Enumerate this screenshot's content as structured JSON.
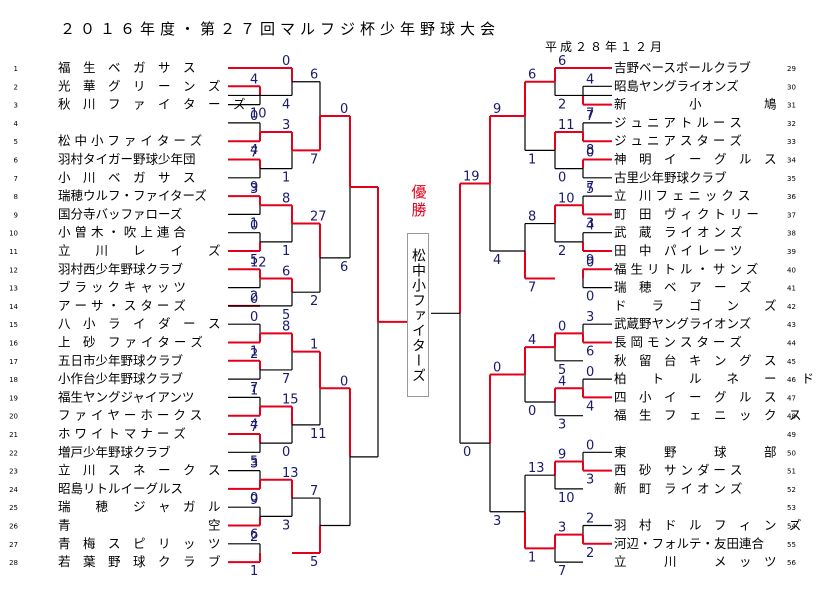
{
  "title": "２０１６年度・第２７回マルフジ杯少年野球大会",
  "subtitle": "平成２８年１２月",
  "champion_label": "優勝",
  "champion_team": "松中小ファイターズ",
  "colors": {
    "winner_line": "#e3001b",
    "loser_line": "#000000",
    "score": "#1a1a6e"
  },
  "left_teams": [
    {
      "n": "1",
      "name": "福　生　ベ　ガ　サ　ス"
    },
    {
      "n": "2",
      "name": "光　華　グ　リ　ー　ン　ズ"
    },
    {
      "n": "3",
      "name": "秋　川　フ　ァ　イ　タ　ー　ズ"
    },
    {
      "n": "4",
      "name": ""
    },
    {
      "n": "5",
      "name": "松 中 小 フ ァ イ タ ー ズ"
    },
    {
      "n": "6",
      "name": "羽村タイガー野球少年団"
    },
    {
      "n": "7",
      "name": "小　川　ベ　ガ　サ　ス"
    },
    {
      "n": "8",
      "name": "瑞穂ウルフ・ファイターズ"
    },
    {
      "n": "9",
      "name": "国分寺バッファローズ"
    },
    {
      "n": "10",
      "name": "小 曽 木 ・ 吹 上 連 合"
    },
    {
      "n": "11",
      "name": "立　　川　　レ　　イ　　ズ"
    },
    {
      "n": "12",
      "name": "羽村西少年野球クラブ"
    },
    {
      "n": "13",
      "name": "ブ ラ ッ ク キ ャ ッ ツ"
    },
    {
      "n": "14",
      "name": "ア ー サ ・ ス タ ー ズ"
    },
    {
      "n": "15",
      "name": "八　小　ラ　イ　ダ　ー　ス"
    },
    {
      "n": "16",
      "name": "上　砂　フ ァ イ タ ー ズ"
    },
    {
      "n": "17",
      "name": "五日市少年野球クラブ"
    },
    {
      "n": "18",
      "name": "小作台少年野球クラブ"
    },
    {
      "n": "19",
      "name": "福生ヤングジャイアンツ"
    },
    {
      "n": "20",
      "name": "フ ァ イ ヤ ー ホ ー ク ス"
    },
    {
      "n": "21",
      "name": "ホ ワ イ ト マ ナ ー ズ"
    },
    {
      "n": "22",
      "name": "増戸少年野球クラブ"
    },
    {
      "n": "23",
      "name": "立　川　ス　ネ　ー　ク　ス"
    },
    {
      "n": "24",
      "name": "昭島リトルイーグルス"
    },
    {
      "n": "25",
      "name": "瑞　　穂　　ジ　ャ　ガ　ル"
    },
    {
      "n": "26",
      "name": "青　　　　　　　　　　　空"
    },
    {
      "n": "27",
      "name": "青　梅　ス　ピ　リ　ッ　ツ"
    },
    {
      "n": "28",
      "name": "若　葉　野　球　ク　ラ　ブ"
    }
  ],
  "right_teams": [
    {
      "n": "29",
      "name": "吉野ベースボールクラブ"
    },
    {
      "n": "30",
      "name": "昭島ヤングライオンズ"
    },
    {
      "n": "31",
      "name": "新　　　　　小　　　　　鳩"
    },
    {
      "n": "32",
      "name": "ジ ュ ニ ア ト ル ー ス"
    },
    {
      "n": "33",
      "name": "ジ ュ ニ ア ス タ ー ズ"
    },
    {
      "n": "34",
      "name": "神　明　イ　ー　グ　ル　ス"
    },
    {
      "n": "35",
      "name": "古里少年野球クラブ"
    },
    {
      "n": "36",
      "name": "立　川 フ ェ ニ ッ ク ス"
    },
    {
      "n": "37",
      "name": "町　田　ヴ ィ ク ト リ ー"
    },
    {
      "n": "38",
      "name": "武　蔵　ラ イ オ ン ズ"
    },
    {
      "n": "39",
      "name": "田　中　パ イ レ ー ツ"
    },
    {
      "n": "40",
      "name": "福 生 リ ト ル ・ サ ン ズ"
    },
    {
      "n": "41",
      "name": "瑞　穂　ベ　ア　ー　ズ"
    },
    {
      "n": "42",
      "name": "ド　　ラ　　ゴ　　ン　　ズ"
    },
    {
      "n": "43",
      "name": "武蔵野ヤングライオンズ"
    },
    {
      "n": "44",
      "name": "長 岡 モ ン ス タ ー ズ"
    },
    {
      "n": "45",
      "name": "秋　留　台　キ　ン　グ　ス"
    },
    {
      "n": "46",
      "name": "柏　　ト　　ル　　ネ　　ー　　ド"
    },
    {
      "n": "47",
      "name": "四　小　イ　ー　グ　ル　ス"
    },
    {
      "n": "48",
      "name": "福　生　フ　ェ　ニ　ッ　ク　ス"
    },
    {
      "n": "49",
      "name": ""
    },
    {
      "n": "50",
      "name": "東　　　野　　　球　　　部"
    },
    {
      "n": "51",
      "name": "西　砂　サ ン ダ ー ス"
    },
    {
      "n": "52",
      "name": "新　町　ラ イ オ ン ズ"
    },
    {
      "n": "53",
      "name": ""
    },
    {
      "n": "54",
      "name": "羽　村　ド　ル　フ　ィ　ン　ズ"
    },
    {
      "n": "55",
      "name": "河辺・フォルテ・友田連合"
    },
    {
      "n": "56",
      "name": "立　　　川　　　メ　ッ　ツ"
    }
  ],
  "left_scores": [
    "4",
    "10",
    "0",
    "4",
    "0",
    "4",
    "7",
    "9",
    "3",
    "1",
    "6",
    "7",
    "3",
    "1",
    "0",
    "5",
    "8",
    "1",
    "12",
    "2",
    "0",
    "6",
    "5",
    "27",
    "2",
    "0",
    "6",
    "0",
    "1",
    "2",
    "7",
    "8",
    "7",
    "1",
    "4",
    "7",
    "5",
    "15",
    "0",
    "1",
    "11",
    "3",
    "0",
    "9",
    "6",
    "13",
    "3",
    "2",
    "1",
    "7",
    "5",
    "0"
  ],
  "right_scores": [
    "4",
    "7",
    "6",
    "2",
    "7",
    "8",
    "0",
    "7",
    "11",
    "0",
    "6",
    "1",
    "5",
    "3",
    "4",
    "9",
    "10",
    "2",
    "0",
    "0",
    "8",
    "7",
    "9",
    "4",
    "3",
    "6",
    "0",
    "4",
    "0",
    "5",
    "4",
    "3",
    "4",
    "0",
    "0",
    "3",
    "9",
    "10",
    "2",
    "2",
    "3",
    "7",
    "13",
    "1",
    "0",
    "3",
    "19",
    "0",
    "2"
  ]
}
